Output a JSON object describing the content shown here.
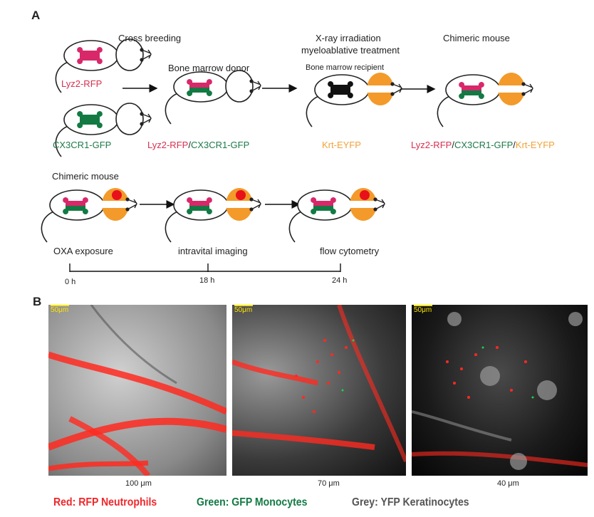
{
  "panel_a": {
    "label": "A",
    "row1": {
      "cross_breeding": "Cross breeding",
      "mouse1_label": "Lyz2-RFP",
      "mouse2_label": "CX3CR1-GFP",
      "donor_title": "Bone marrow donor",
      "donor_label_red": "Lyz2-RFP",
      "donor_label_sep": "/",
      "donor_label_green": "CX3CR1-GFP",
      "xray_line1": "X-ray irradiation",
      "xray_line2": "myeloablative treatment",
      "recipient_title": "Bone marrow recipient",
      "recipient_label": "Krt-EYFP",
      "chimeric_title": "Chimeric mouse",
      "chimeric_label_red": "Lyz2-RFP",
      "chimeric_label_sep1": "/",
      "chimeric_label_green": "CX3CR1-GFP",
      "chimeric_label_sep2": "/",
      "chimeric_label_orange": "Krt-EYFP"
    },
    "row2": {
      "title": "Chimeric mouse",
      "steps": [
        "OXA exposure",
        "intravital imaging",
        "flow cytometry"
      ],
      "times": [
        "0 h",
        "18 h",
        "24 h"
      ]
    }
  },
  "panel_b": {
    "label": "B",
    "scale_bar": "50μm",
    "depths": [
      "100 μm",
      "70 μm",
      "40 μm"
    ],
    "legend": {
      "red": "Red: RFP  Neutrophils",
      "green": "Green: GFP  Monocytes",
      "grey": "Grey: YFP  Keratinocytes"
    }
  },
  "colors": {
    "red": "#d8304f",
    "green": "#1f7a4a",
    "orange": "#f39a2a",
    "grey": "#555555"
  }
}
